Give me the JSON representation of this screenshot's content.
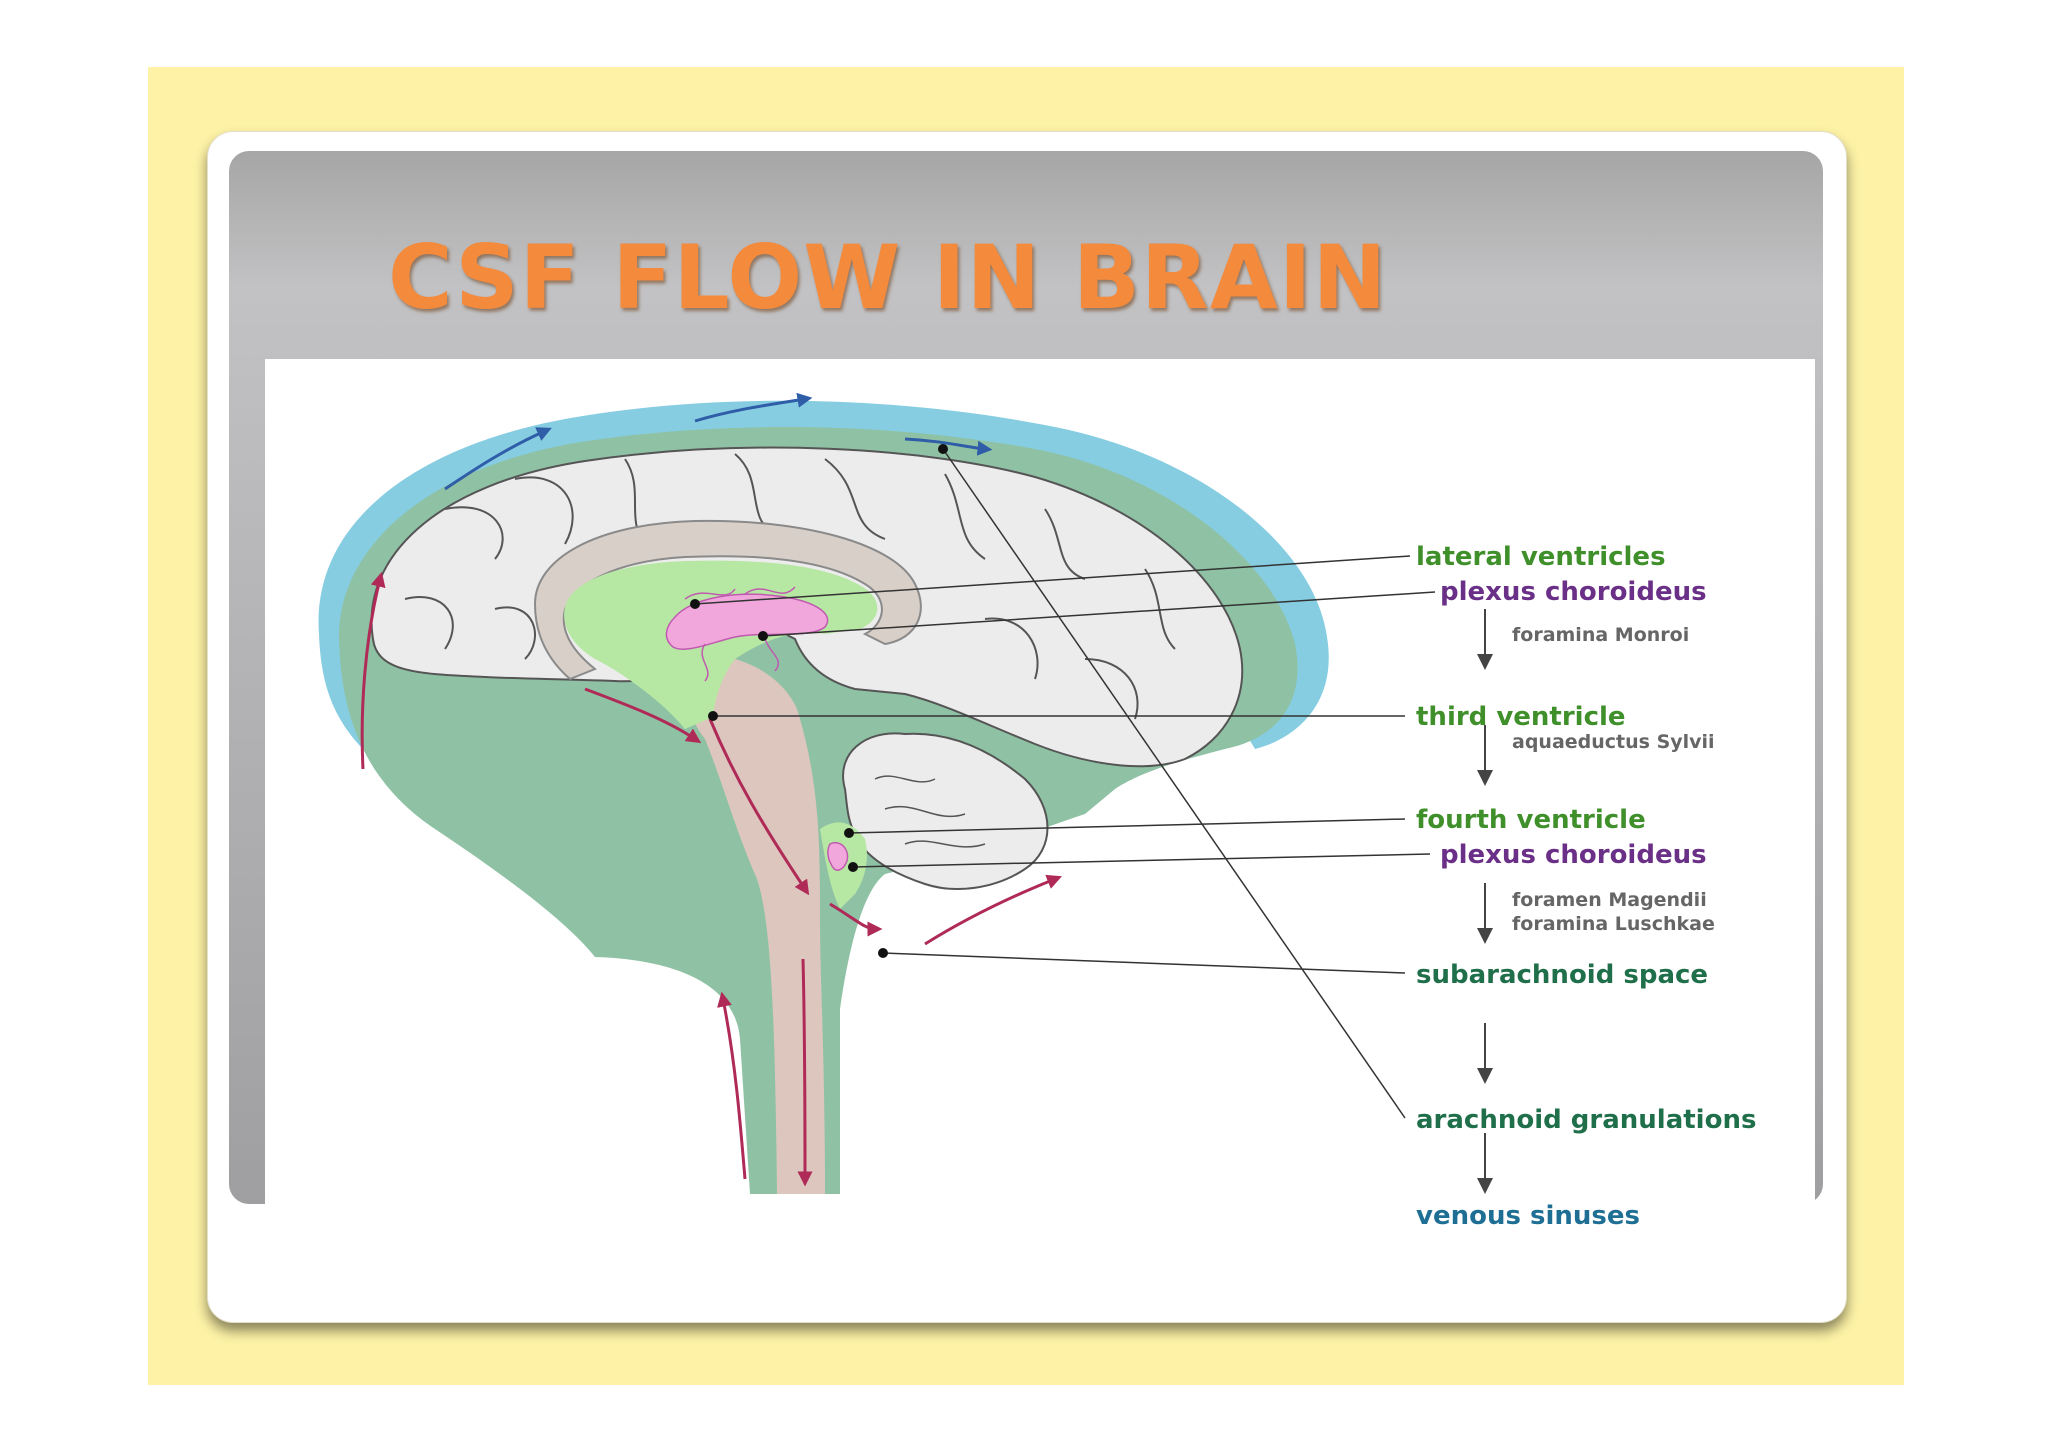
{
  "slide": {
    "title": "CSF FLOW IN BRAIN"
  },
  "colors": {
    "slide_background": "#fdf2a6",
    "title": "#f48a3c",
    "ventricle_label": "#3f8f2a",
    "plexus_label": "#6a2f86",
    "space_label": "#1f6f4a",
    "venous_label": "#1f6f95",
    "passage_label": "#666666",
    "csf_fill": "#8fc2a4",
    "scalp_fill": "#86cde2",
    "brain_fill": "#ececec",
    "ventricle_fill": "#b7e8a3",
    "plexus_fill": "#f1a7dc",
    "brainstem_fill": "#dcc6bd",
    "flow_arrow": "#b02a58",
    "drainage_arrow": "#2f5da8"
  },
  "diagram": {
    "labels": {
      "lateral_ventricles": "lateral ventricles",
      "plexus_upper": "plexus choroideus",
      "third_ventricle": "third ventricle",
      "fourth_ventricle": "fourth ventricle",
      "plexus_lower": "plexus choroideus",
      "subarachnoid_space": "subarachnoid space",
      "arachnoid_granulations": "arachnoid granulations",
      "venous_sinuses": "venous sinuses"
    },
    "passages": {
      "monro": "foramina Monroi",
      "sylvius": "aquaeductus Sylvii",
      "magendie": "foramen Magendii",
      "luschka": "foramina Luschkae"
    }
  }
}
